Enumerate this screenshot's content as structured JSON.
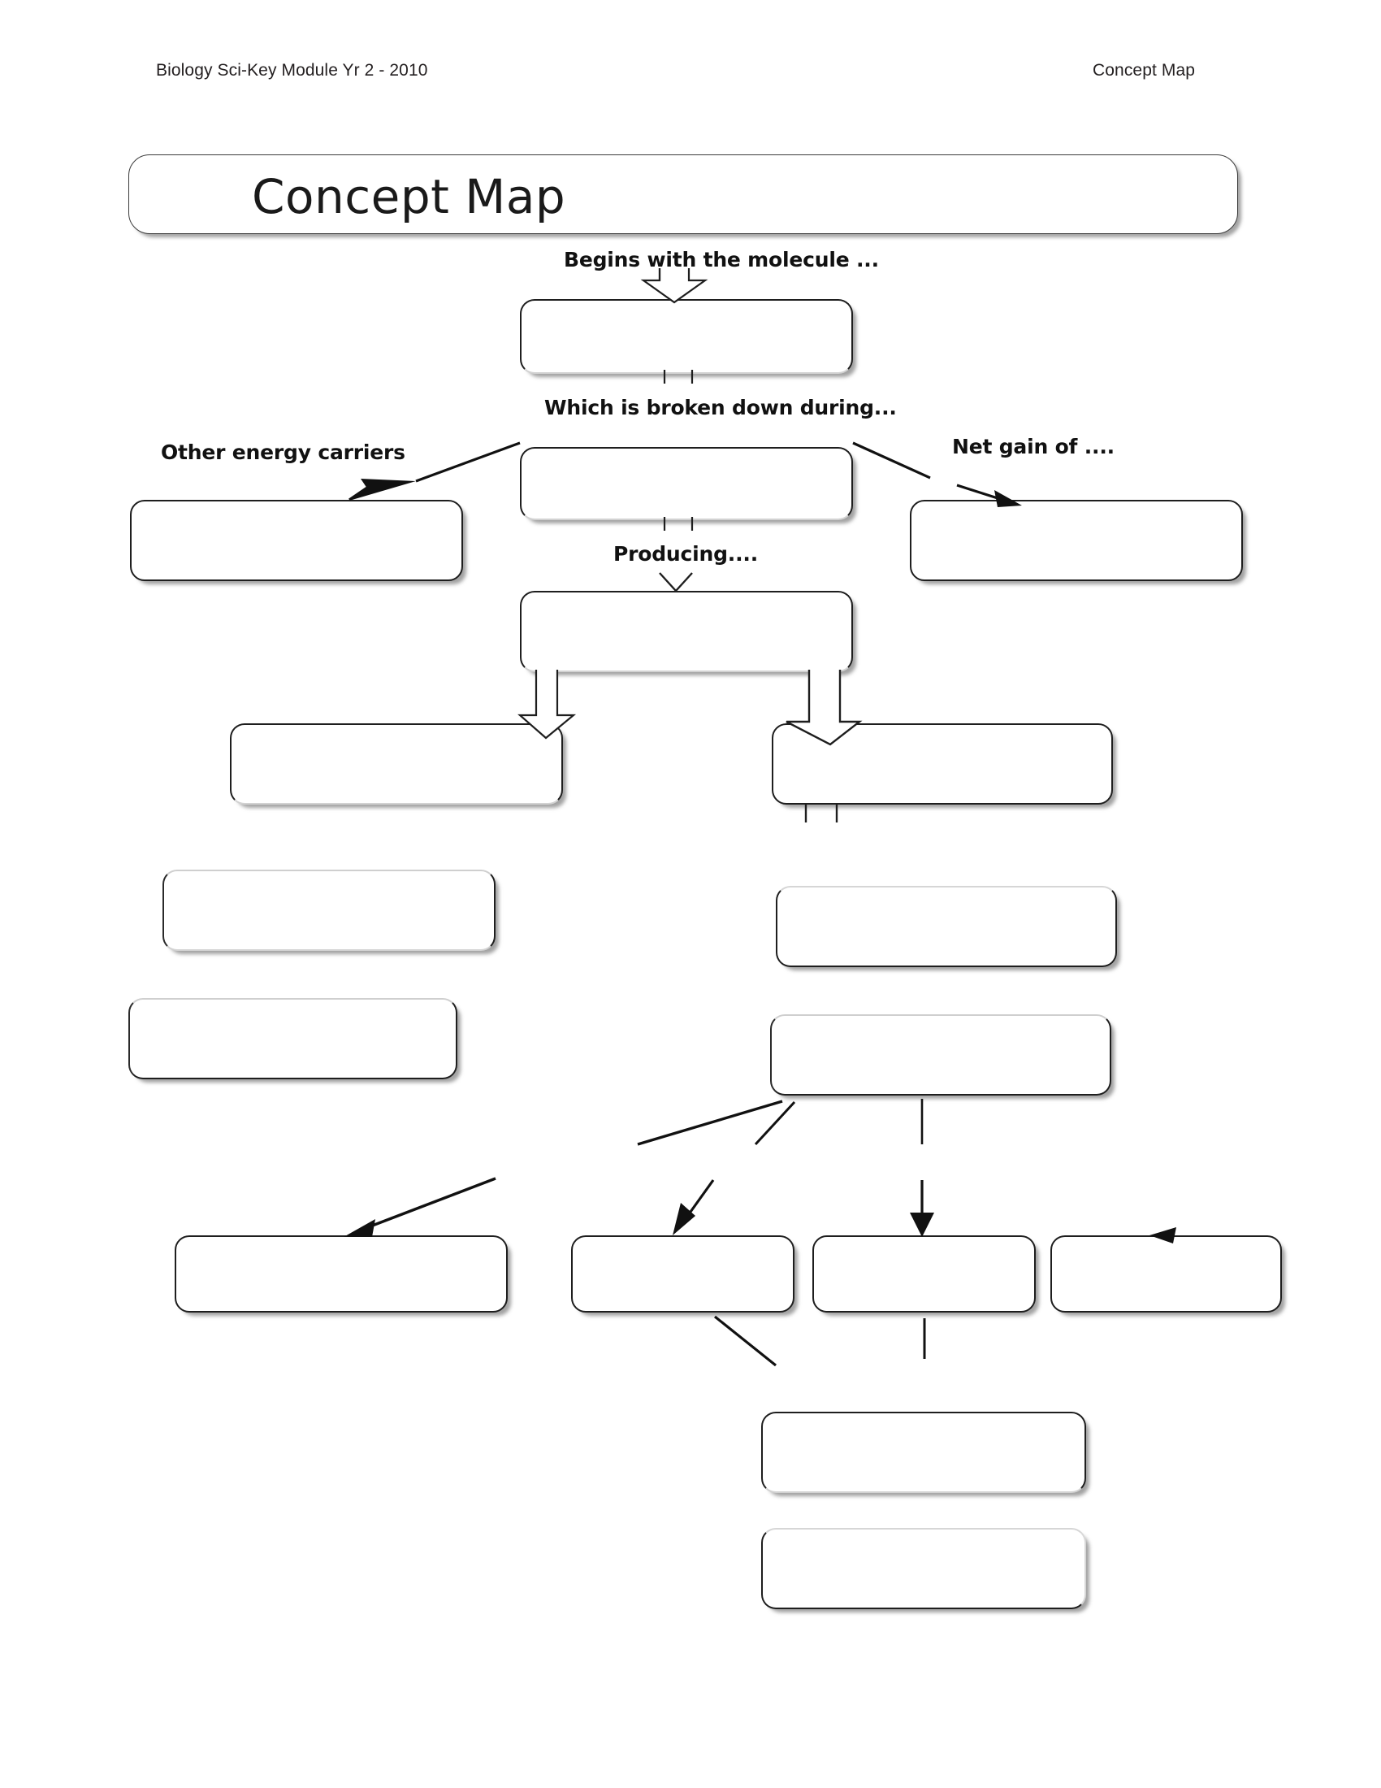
{
  "header": {
    "left": "Biology Sci-Key Module Yr 2 - 2010",
    "right": "Concept Map"
  },
  "title": {
    "text": "Concept Map"
  },
  "labels": {
    "begins_with": "Begins with the molecule ...",
    "broken_down": "Which is broken down during...",
    "other_carriers": "Other energy carriers",
    "net_gain": "Net gain of ....",
    "producing": "Producing...."
  },
  "boxes": [
    {
      "id": "box-molecule",
      "value": ""
    },
    {
      "id": "box-process",
      "value": ""
    },
    {
      "id": "box-other-carriers",
      "value": ""
    },
    {
      "id": "box-net-gain",
      "value": ""
    },
    {
      "id": "box-product",
      "value": ""
    },
    {
      "id": "box-left-branch",
      "value": ""
    },
    {
      "id": "box-right-branch",
      "value": ""
    },
    {
      "id": "box-left-mid-1",
      "value": ""
    },
    {
      "id": "box-right-mid-1",
      "value": ""
    },
    {
      "id": "box-left-mid-2",
      "value": ""
    },
    {
      "id": "box-right-mid-2",
      "value": ""
    },
    {
      "id": "box-bottom-1",
      "value": ""
    },
    {
      "id": "box-bottom-2",
      "value": ""
    },
    {
      "id": "box-bottom-3",
      "value": ""
    },
    {
      "id": "box-bottom-4",
      "value": ""
    },
    {
      "id": "box-tail-1",
      "value": ""
    },
    {
      "id": "box-tail-2",
      "value": ""
    }
  ],
  "colors": {
    "ink": "#1e1e1e",
    "text": "#111111",
    "paper": "#ffffff",
    "shadow": "#696969"
  }
}
